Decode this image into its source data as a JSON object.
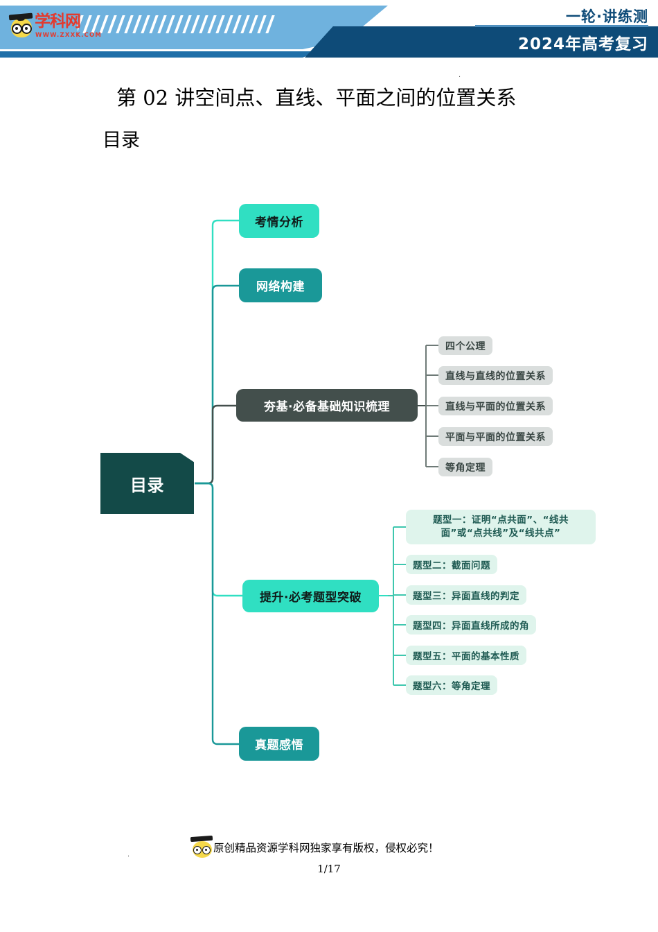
{
  "header": {
    "logo_text": "学科网",
    "logo_url": "WWW.ZXXK.COM",
    "title_top": "一轮·讲练测",
    "title_bottom": "2024年高考复习",
    "brand_blue": "#6FB2DE",
    "brand_navy": "#0E4B78",
    "brand_red": "#E23A2E"
  },
  "document": {
    "title": "第 02 讲空间点、直线、平面之间的位置关系",
    "subtitle": "目录",
    "stray_mark": "."
  },
  "mindmap": {
    "center": {
      "label": "目录",
      "color": "#134A48"
    },
    "branches": [
      {
        "label": "考情分析",
        "color": "#30DFC2",
        "text_color": "#101c1a",
        "children": []
      },
      {
        "label": "网络构建",
        "color": "#1A9898",
        "text_color": "#ffffff",
        "children": []
      },
      {
        "label": "夯基·必备基础知识梳理",
        "color": "#434F4C",
        "text_color": "#ffffff",
        "children": [
          "四个公理",
          "直线与直线的位置关系",
          "直线与平面的位置关系",
          "平面与平面的位置关系",
          "等角定理"
        ]
      },
      {
        "label": "提升·必考题型突破",
        "color": "#30DFC2",
        "text_color": "#101c1a",
        "children": [
          "题型一：证明“点共面”、“线共面”或“点共线”及“线共点”",
          "题型二：截面问题",
          "题型三：异面直线的判定",
          "题型四：异面直线所成的角",
          "题型五：平面的基本性质",
          "题型六：等角定理"
        ]
      },
      {
        "label": "真题感悟",
        "color": "#1A9898",
        "text_color": "#ffffff",
        "children": []
      }
    ],
    "child_box_color": "#DADEDD",
    "child_box_color_alt": "#DFF4EC"
  },
  "footer": {
    "copyright": "原创精品资源学科网独家享有版权，侵权必究！",
    "page": "1/17",
    "stray_mark": "."
  }
}
